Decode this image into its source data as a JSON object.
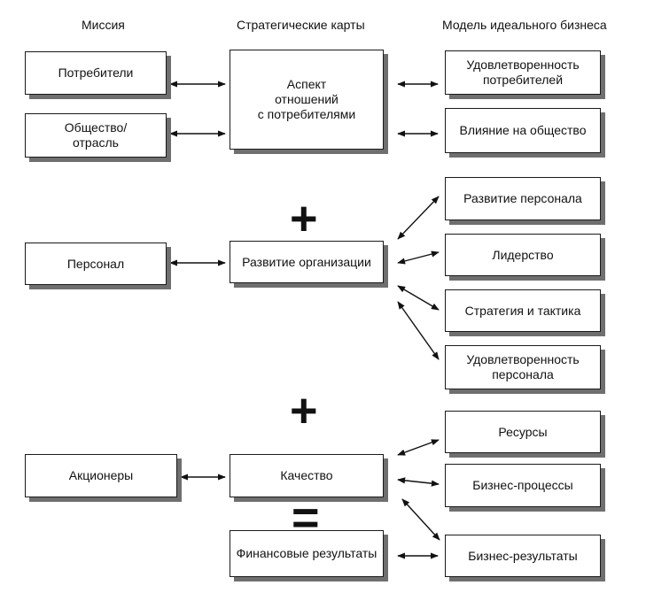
{
  "headers": {
    "mission": "Миссия",
    "strategic_maps": "Стратегические карты",
    "ideal_model": "Модель идеального бизнеса"
  },
  "mission": {
    "consumers": "Потребители",
    "society": [
      "Общество/",
      "отрасль"
    ],
    "personnel": "Персонал",
    "shareholders": "Акционеры"
  },
  "strategic": {
    "customer_aspect": [
      "Аспект",
      "отношений",
      "с потребителями"
    ],
    "org_development": "Развитие организации",
    "quality": "Качество",
    "financial_results": "Финансовые результаты"
  },
  "ideal": {
    "consumer_satisfaction": [
      "Удовлетворенность",
      "потребителей"
    ],
    "society_impact": "Влияние на общество",
    "personnel_development": "Развитие персонала",
    "leadership": "Лидерство",
    "strategy_tactics": "Стратегия и тактика",
    "personnel_satisfaction": [
      "Удовлетворенность",
      "персонала"
    ],
    "resources": "Ресурсы",
    "business_processes": "Бизнес-процессы",
    "business_results": "Бизнес-результаты"
  },
  "operators": {
    "plus_1": "+",
    "plus_2": "+",
    "equals": "="
  }
}
